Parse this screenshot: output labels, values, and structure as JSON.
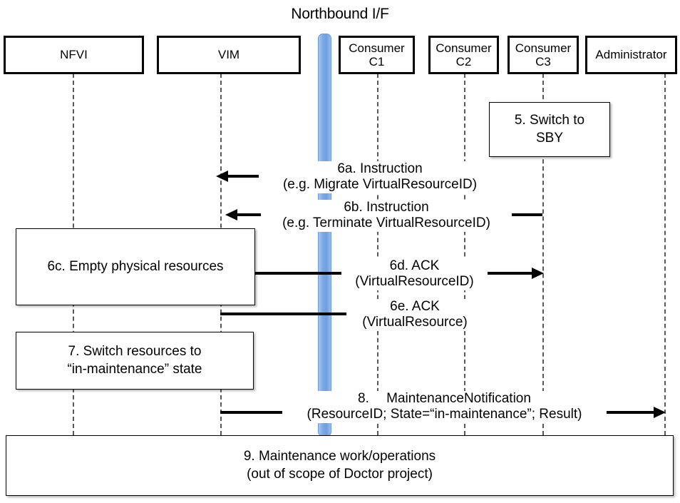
{
  "diagram": {
    "title": "Northbound I/F",
    "type": "uml-sequence-diagram"
  },
  "actors": [
    {
      "id": "nfvi",
      "label": "NFVI",
      "label_line2": ""
    },
    {
      "id": "vim",
      "label": "VIM",
      "label_line2": ""
    },
    {
      "id": "c1",
      "label": "Consumer",
      "label_line2": "C1"
    },
    {
      "id": "c2",
      "label": "Consumer",
      "label_line2": "C2"
    },
    {
      "id": "c3",
      "label": "Consumer",
      "label_line2": "C3"
    },
    {
      "id": "admin",
      "label": "Administrator",
      "label_line2": ""
    }
  ],
  "notes": [
    {
      "id": "note5",
      "line1": "5. Switch to",
      "line2": "SBY"
    },
    {
      "id": "note6c",
      "line1": "6c. Empty physical resources",
      "line2": ""
    },
    {
      "id": "note7",
      "line1": "7. Switch resources to",
      "line2": "“in-maintenance” state"
    },
    {
      "id": "note9",
      "line1": "9. Maintenance work/operations",
      "line2": "(out of scope of Doctor project)"
    }
  ],
  "messages": [
    {
      "id": "m6a",
      "label_line1": "6a. Instruction",
      "label_line2": "(e.g. Migrate VirtualResourceID)",
      "from": "c2",
      "to": "vim",
      "direction": "left"
    },
    {
      "id": "m6b",
      "label_line1": "6b. Instruction",
      "label_line2": "(e.g. Terminate VirtualResourceID)",
      "from": "c3",
      "to": "vim",
      "direction": "left"
    },
    {
      "id": "m6d",
      "label_line1": "6d. ACK",
      "label_line2": "(VirtualResourceID)",
      "from": "vim",
      "to": "c3",
      "direction": "right"
    },
    {
      "id": "m6e",
      "label_line1": "6e. ACK",
      "label_line2": "(VirtualResource)",
      "from": "vim",
      "to": "c2",
      "direction": "right"
    },
    {
      "id": "m8",
      "label_line1": "8.  MaintenanceNotification",
      "label_line2": "(ResourceID; State=“in-maintenance”; Result)",
      "from": "vim",
      "to": "admin",
      "direction": "right"
    }
  ],
  "colors": {
    "northbound_bar": "#7aa9e4",
    "lifeline": "#59595b",
    "box_border": "#000000",
    "background": "#ffffff"
  }
}
